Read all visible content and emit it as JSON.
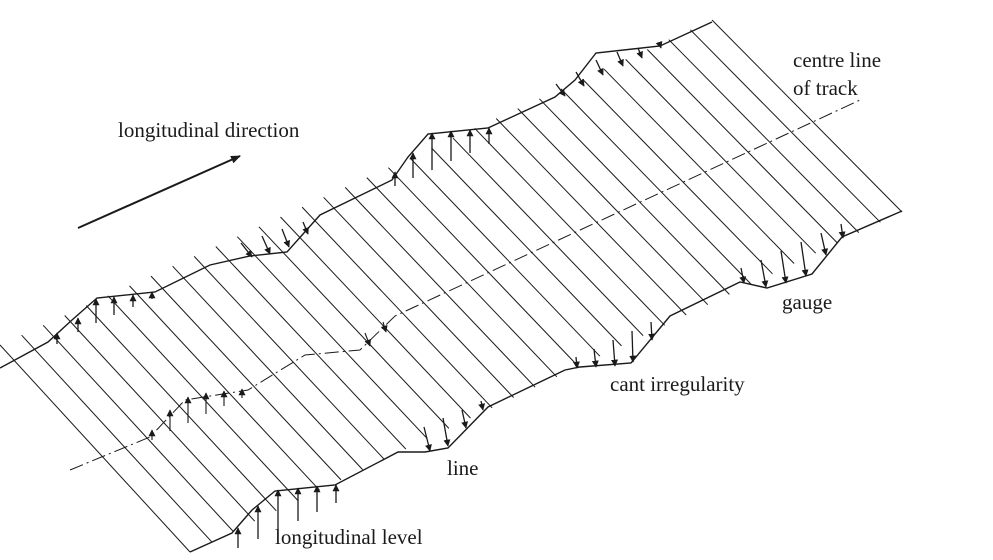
{
  "labels": {
    "longitudinal_direction": "longitudinal direction",
    "centre_line_1": "centre line",
    "centre_line_2": "of track",
    "gauge": "gauge",
    "cant_irregularity": "cant irregularity",
    "line": "line",
    "longitudinal_level": "longitudinal level"
  },
  "colors": {
    "ink": "#1a1a1a",
    "background": "#ffffff"
  }
}
